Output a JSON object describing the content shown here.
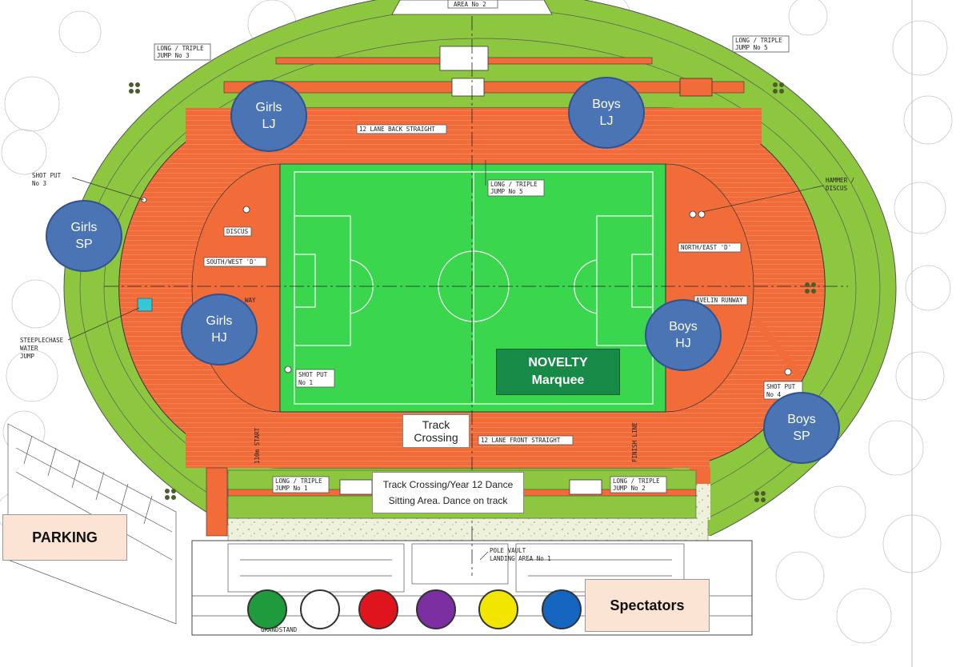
{
  "plan_labels": {
    "area2": "AREA No 2",
    "ltj3": [
      "LONG / TRIPLE",
      "JUMP No 3"
    ],
    "ltj5_top": [
      "LONG / TRIPLE",
      "JUMP No 5"
    ],
    "ltj5_center": [
      "LONG / TRIPLE",
      "JUMP No 5"
    ],
    "back_straight": "12 LANE BACK STRAIGHT",
    "shot_put_3": [
      "SHOT PUT",
      "No 3"
    ],
    "hammer_discus": [
      "HAMMER /",
      "DISCUS"
    ],
    "discus": "DISCUS",
    "south_west_d": "SOUTH/WEST 'D'",
    "north_east_d": "NORTH/EAST 'D'",
    "runway_left": "WAY",
    "javelin_runway": "AVELIN RUNWAY",
    "steeplechase": [
      "STEEPLECHASE",
      "WATER",
      "JUMP"
    ],
    "shot_put_1": [
      "SHOT PUT",
      "No 1"
    ],
    "shot_put_4": [
      "SHOT PUT",
      "No 4"
    ],
    "start_110m": "110m START",
    "front_straight": "12 LANE FRONT STRAIGHT",
    "finish_line": "FINISH LINE",
    "ltj1": [
      "LONG / TRIPLE",
      "JUMP No 1"
    ],
    "ltj2": [
      "LONG / TRIPLE",
      "JUMP No 2"
    ],
    "pole_vault": [
      "POLE VAULT",
      "LANDING AREA No 1"
    ],
    "grandstand": "GRANDSTAND"
  },
  "events": [
    {
      "line1": "Girls",
      "line2": "LJ"
    },
    {
      "line1": "Boys",
      "line2": "LJ"
    },
    {
      "line1": "Girls",
      "line2": "SP"
    },
    {
      "line1": "Girls",
      "line2": "HJ"
    },
    {
      "line1": "Boys",
      "line2": "HJ"
    },
    {
      "line1": "Boys",
      "line2": "SP"
    }
  ],
  "novelty": {
    "line1": "NOVELTY",
    "line2": "Marquee"
  },
  "track_crossing": {
    "line1": "Track",
    "line2": "Crossing"
  },
  "dance_area": {
    "line1": "Track Crossing/Year 12 Dance",
    "line2": "Sitting Area. Dance on track"
  },
  "parking": "PARKING",
  "spectators": "Spectators",
  "house_colors": [
    "#1f9a3c",
    "#ffffff",
    "#e0141c",
    "#7b2fa0",
    "#f2e500",
    "#1565c0"
  ],
  "colors": {
    "outer_grass": "#8dc63f",
    "track": "#f26c3a",
    "field": "#3ad64e",
    "bubble": "#4a74b4",
    "tag_fill": "#fbe4d4"
  }
}
